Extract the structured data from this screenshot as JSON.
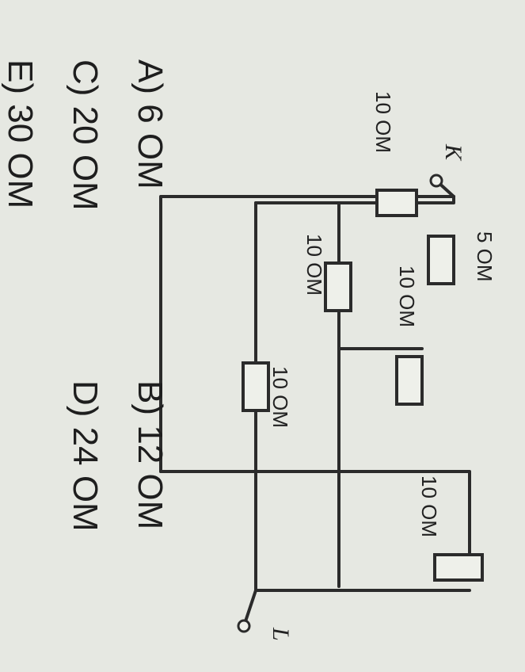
{
  "circuit": {
    "terminals": {
      "left": "K",
      "right": "L"
    },
    "resistors": {
      "top_left": "10 OM",
      "top_series": "5 OM",
      "mid_left_vertical": "10 OM",
      "mid_center": "10 OM",
      "bottom_center": "10 OM",
      "right_top": "10 OM"
    }
  },
  "question": {
    "options": [
      {
        "id": "A",
        "text": "A) 6 OM"
      },
      {
        "id": "B",
        "text": "B) 12 OM"
      },
      {
        "id": "C",
        "text": "C) 20 OM"
      },
      {
        "id": "D",
        "text": "D) 24 OM"
      },
      {
        "id": "E",
        "text": "E) 30 OM"
      }
    ]
  }
}
